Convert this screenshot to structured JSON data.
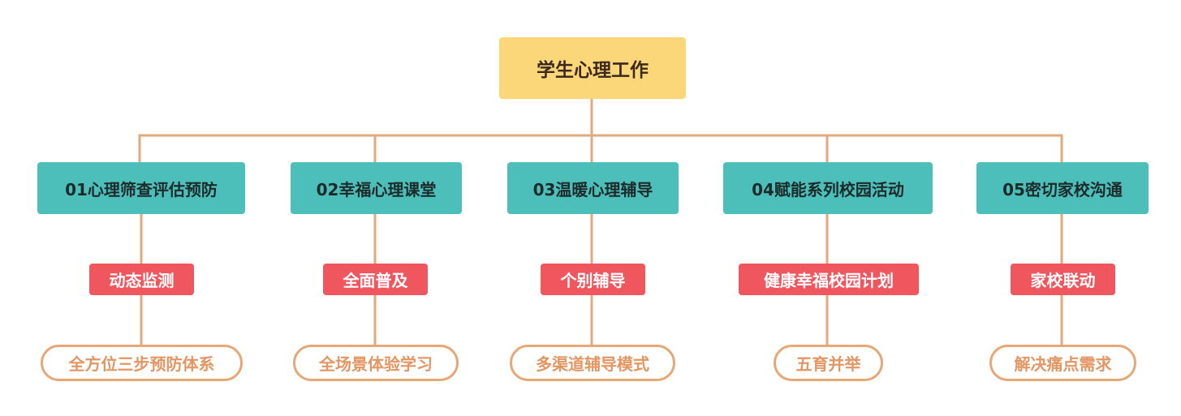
{
  "root": {
    "label": "学生心理工作"
  },
  "colors": {
    "root_fill": "#fcd77a",
    "category_fill": "#4cbfbb",
    "tag_fill": "#f0565e",
    "pill_border": "#e7a878",
    "pill_text": "#e39562",
    "connector": "#e2a97c"
  },
  "branches": [
    {
      "category": "01心理筛查评估预防",
      "tag": "动态监测",
      "detail": "全方位三步预防体系"
    },
    {
      "category": "02幸福心理课堂",
      "tag": "全面普及",
      "detail": "全场景体验学习"
    },
    {
      "category": "03温暖心理辅导",
      "tag": "个别辅导",
      "detail": "多渠道辅导模式"
    },
    {
      "category": "04赋能系列校园活动",
      "tag": "健康幸福校园计划",
      "detail": "五育并举"
    },
    {
      "category": "05密切家校沟通",
      "tag": "家校联动",
      "detail": "解决痛点需求"
    }
  ]
}
